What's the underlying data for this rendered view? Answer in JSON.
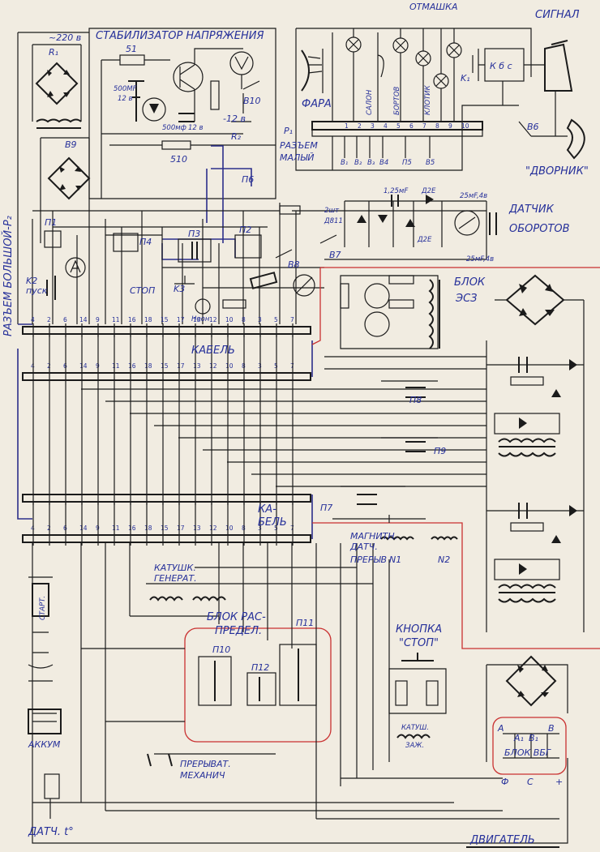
{
  "labels": {
    "stabilizer": "СТАБИЛИЗАТОР НАПРЯЖЕНИЯ",
    "v220": "~220 в",
    "r1": "R₁",
    "r51": "51",
    "r510": "510",
    "c500mf": "500MF",
    "v12a": "12 в",
    "c500mf2": "500мф",
    "v12b": "12 в",
    "b10": "B10",
    "minus12": "-12 в",
    "r2": "R₂",
    "b9": "B9",
    "p6": "П6",
    "p1": "П1",
    "p4": "П4",
    "p3": "П3",
    "p2": "П2",
    "k2": "K2",
    "pusk": "пуск",
    "stop": "СТОП",
    "k3": "K3",
    "neon": "Неон",
    "b8": "B8",
    "b7": "B7",
    "two_sht": "2шт",
    "d811": "Д811",
    "c125": "1,25мF",
    "d2e_a": "Д2Е",
    "d2e_b": "Д2Е",
    "c25a": "25мF,4в",
    "c25b": "25мF,4в",
    "rpm_sensor_1": "ДАТЧИК",
    "rpm_sensor_2": "ОБОРОТОВ",
    "blok_esz_1": "БЛОК",
    "blok_esz_2": "ЭСЗ",
    "cable_top": "КАБЕЛЬ",
    "cable_mid_1": "КА-",
    "cable_mid_2": "БЕЛЬ",
    "p8": "П8",
    "p9": "П9",
    "p7": "П7",
    "big_connector": "РАЗЪЕМ БОЛЬШОЙ-Р₂",
    "headlight": "ФАРА",
    "salon": "САЛОН",
    "bort": "БОРТОВ",
    "otmashka": "ОТМАШКА",
    "klotik": "КЛОТИК",
    "k1": "K₁",
    "kbs": "К б с",
    "signal": "СИГНАЛ",
    "b6": "B6",
    "wiper": "\"ДВОРНИК\"",
    "p1_conn": "P₁",
    "small_conn_1": "РАЗЪЕМ",
    "small_conn_2": "МАЛЫЙ",
    "b1": "B₁",
    "b2": "B₂",
    "b3": "B₃",
    "b4": "B4",
    "p5": "П5",
    "b5": "B5",
    "magnit_1": "МАГНИТН.",
    "magnit_2": "ДАТЧ.",
    "magnit_3": "ПРЕРЫВ",
    "n1": "N1",
    "n2": "N2",
    "gen_coils_1": "КАТУШК.",
    "gen_coils_2": "ГЕНЕРАТ.",
    "starter": "СТАРТ.",
    "distributor_1": "БЛОК РАС-",
    "distributor_2": "ПРЕДЕЛ.",
    "p10": "П10",
    "p11": "П11",
    "p12": "П12",
    "stop_button_1": "КНОПКА",
    "stop_button_2": "\"СТОП\"",
    "coil_ignition_1": "КАТУШ.",
    "coil_ignition_2": "ЗАЖ.",
    "akkum": "АККУМ",
    "mech_breaker_1": "ПРЕРЫВАТ.",
    "mech_breaker_2": "МЕХАНИЧ",
    "temp_sensor": "ДАТЧ. t°",
    "blok_vbg": "БЛОК ВБГ",
    "vbg_a": "A",
    "vbg_a1": "A₁",
    "vbg_b1": "B₁",
    "vbg_b": "B",
    "vbg_f": "Ф",
    "vbg_c": "C",
    "vbg_plus": "+",
    "engine": "ДВИГАТЕЛЬ"
  },
  "connector_pins": [
    "4",
    "2",
    "6",
    "14",
    "9",
    "11",
    "16",
    "18",
    "15",
    "17",
    "13",
    "12",
    "10",
    "8",
    "3",
    "5",
    "7"
  ],
  "small_connector_pins": [
    "1",
    "2",
    "3",
    "4",
    "5",
    "6",
    "7",
    "8",
    "9",
    "10"
  ],
  "colors": {
    "ink": "#1b1b1b",
    "label": "#26309a",
    "red_frame": "#c93030",
    "blue_line": "#2c2f8a",
    "paper": "#f1ece1"
  }
}
